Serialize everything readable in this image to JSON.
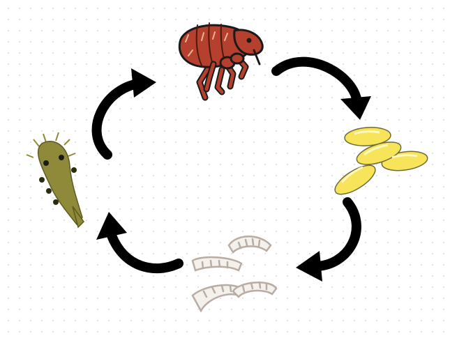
{
  "diagram": {
    "type": "cycle",
    "stages": [
      {
        "name": "adult-flea",
        "icon": "flea-icon",
        "color": "#b5402d"
      },
      {
        "name": "eggs",
        "icon": "egg-cluster-icon",
        "color": "#f7e45a"
      },
      {
        "name": "larvae",
        "icon": "larvae-icon",
        "color": "#f4f0ec"
      },
      {
        "name": "pupa",
        "icon": "pupa-icon",
        "color": "#8f8a3a"
      }
    ],
    "arrow_color": "#000000",
    "arrow_direction": "clockwise"
  }
}
